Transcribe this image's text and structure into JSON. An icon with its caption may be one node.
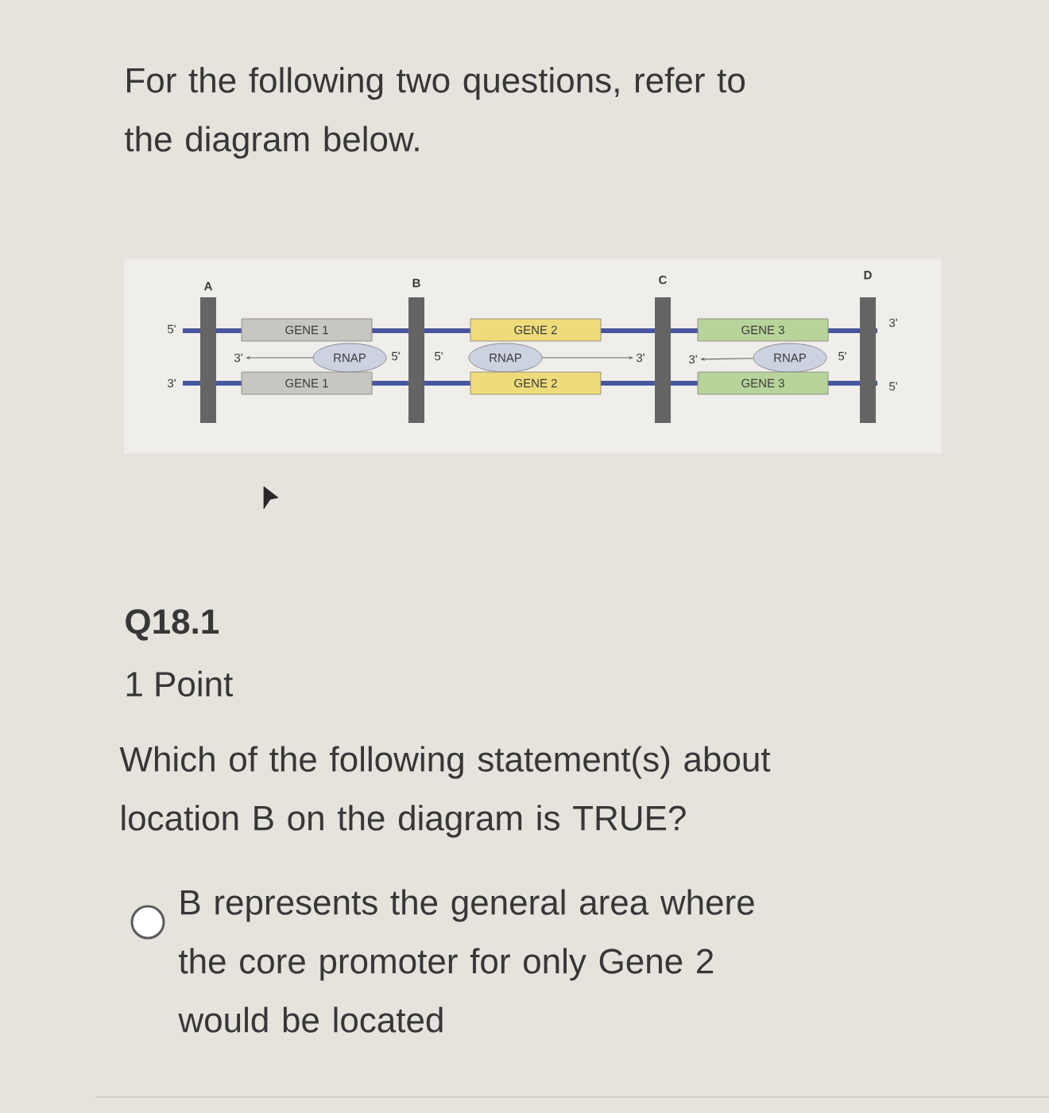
{
  "diagram": {
    "nodes": [
      {
        "text": [
          "GENE 1"
        ]
      },
      {
        "text": [
          "GENE 2"
        ]
      },
      {
        "text": [
          "GENE 3"
        ]
      },
      {
        "text": [
          "RNAP"
        ]
      },
      {
        "text": [
          "RNAP"
        ]
      },
      {
        "text": [
          "RNAP"
        ]
      },
      {
        "text": [
          "GENE 1"
        ]
      },
      {
        "text": [
          "GENE 2"
        ]
      },
      {
        "text": [
          "GENE 3"
        ]
      },
      {
        "text": [
          "3'"
        ]
      },
      {
        "text": [
          "3'"
        ]
      },
      {
        "text": [
          "3'"
        ]
      }
    ],
    "edges": [
      {
        "from": 3,
        "to": 9,
        "arrow": "to"
      },
      {
        "from": 4,
        "to": 10,
        "arrow": "to"
      },
      {
        "from": 5,
        "to": 11,
        "arrow": "to"
      }
    ],
    "labels": [
      "For the following two questions, refer to the diagram below.",
      "A",
      "B",
      "C",
      "D",
      "5'",
      "3'",
      "5'",
      "5'",
      "5'",
      "3'",
      "5'",
      "Q18.1",
      "1 Point",
      "Which of the following statement(s) about location B on the diagram is TRUE?",
      "B represents the general area where the core promoter for only Gene 2 would be located"
    ]
  }
}
